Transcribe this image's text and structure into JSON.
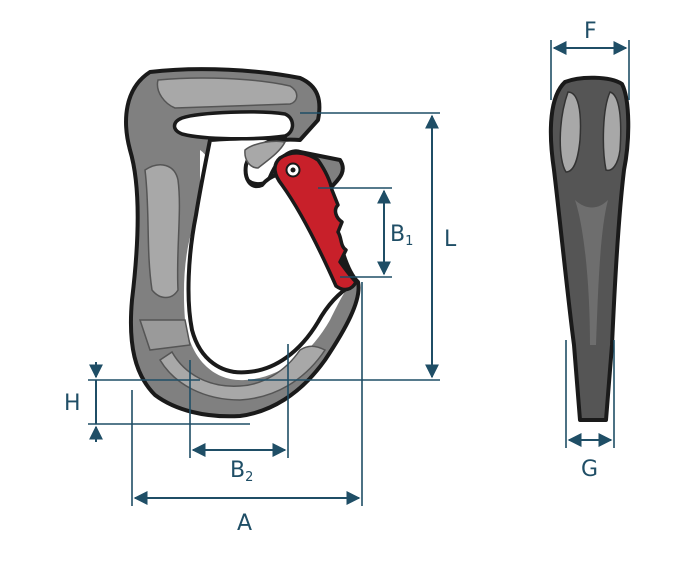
{
  "dimensions": {
    "A": {
      "letter": "A",
      "sub": ""
    },
    "B1": {
      "letter": "B",
      "sub": "1"
    },
    "B2": {
      "letter": "B",
      "sub": "2"
    },
    "L": {
      "letter": "L",
      "sub": ""
    },
    "H": {
      "letter": "H",
      "sub": ""
    },
    "F": {
      "letter": "F",
      "sub": ""
    },
    "G": {
      "letter": "G",
      "sub": ""
    }
  },
  "colors": {
    "body": "#808080",
    "body_light": "#a8a8a8",
    "body_dark": "#555555",
    "outline": "#1a1a1a",
    "gate": "#c8202a",
    "dimension": "#1f4e66"
  }
}
